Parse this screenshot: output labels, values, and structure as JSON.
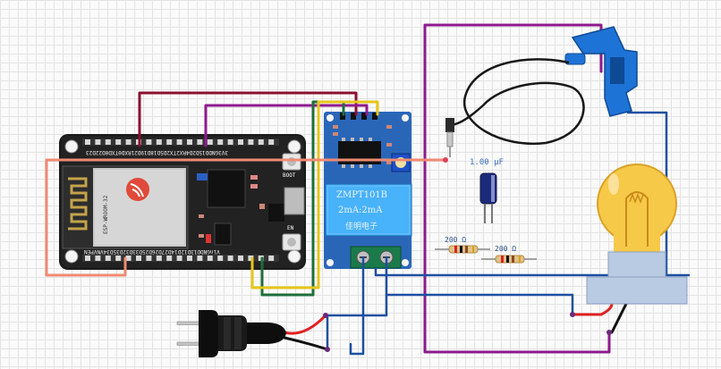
{
  "components": {
    "esp32": {
      "module_label": "ESP-WROOM-32",
      "pin_row_top": "3V3GNDD15D2D4RX2TX2D5D18D19D21RXD0TXD0D22D23",
      "pin_row_bottom": "VinGNDD13D12D14D27D26D25D33D32D35D34VNVPEN",
      "boot_label": "BOOT",
      "en_label": "EN"
    },
    "transformer": {
      "model": "ZMPT101B",
      "rating": "2mA:2mA",
      "maker": "佳明电子"
    },
    "capacitor": {
      "value": "1.00 µF"
    },
    "resistor_1": {
      "value": "200 Ω"
    },
    "resistor_2": {
      "value": "200 Ω"
    }
  },
  "colors": {
    "purple_wire": "#8e1a8e",
    "maroon_wire": "#8b1030",
    "green_wire": "#1e6e3a",
    "yellow_wire": "#e6c619",
    "blue_wire": "#1d4fa0",
    "salmon_wire": "#f08a72",
    "red_wire": "#e02020",
    "board_blue": "#2a66b8",
    "clamp_blue": "#1e73d6",
    "lamp_yellow": "#f7c948"
  }
}
